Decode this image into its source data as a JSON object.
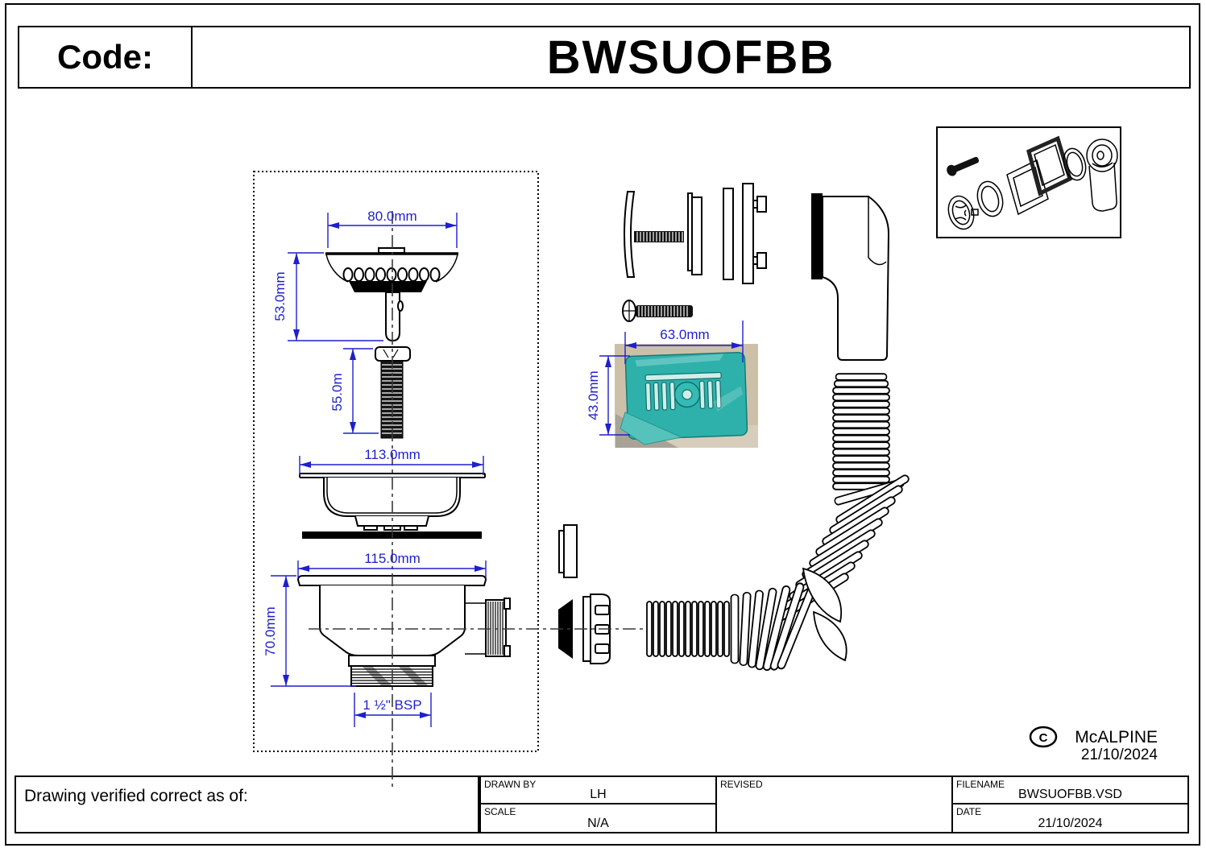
{
  "header": {
    "code_label": "Code:",
    "code_value": "BWSUOFBB"
  },
  "drawing": {
    "dimensions": {
      "strainer_width": "80.0mm",
      "strainer_height": "53.0mm",
      "screw_length": "55.0m",
      "flange_width": "113.0mm",
      "body_width": "115.0mm",
      "body_height": "70.0mm",
      "outlet_thread": "1 ½\" BSP",
      "overflow_plate_width": "63.0mm",
      "overflow_plate_height": "43.0mm"
    },
    "colors": {
      "dimension_blue": "#1f1fcd",
      "overflow_plate_teal": "#2eb1ab",
      "photo_background": "#cdc0a9"
    }
  },
  "footer": {
    "verified_label": "Drawing verified  correct as of:",
    "copyright": {
      "symbol": "C",
      "company": "McALPINE",
      "date": "21/10/2024"
    },
    "table": {
      "drawn_by_label": "DRAWN BY",
      "drawn_by_value": "LH",
      "scale_label": "SCALE",
      "scale_value": "N/A",
      "revised_label": "REVISED",
      "filename_label": "FILENAME",
      "filename_value": "BWSUOFBB.VSD",
      "date_label": "DATE",
      "date_value": "21/10/2024"
    }
  }
}
